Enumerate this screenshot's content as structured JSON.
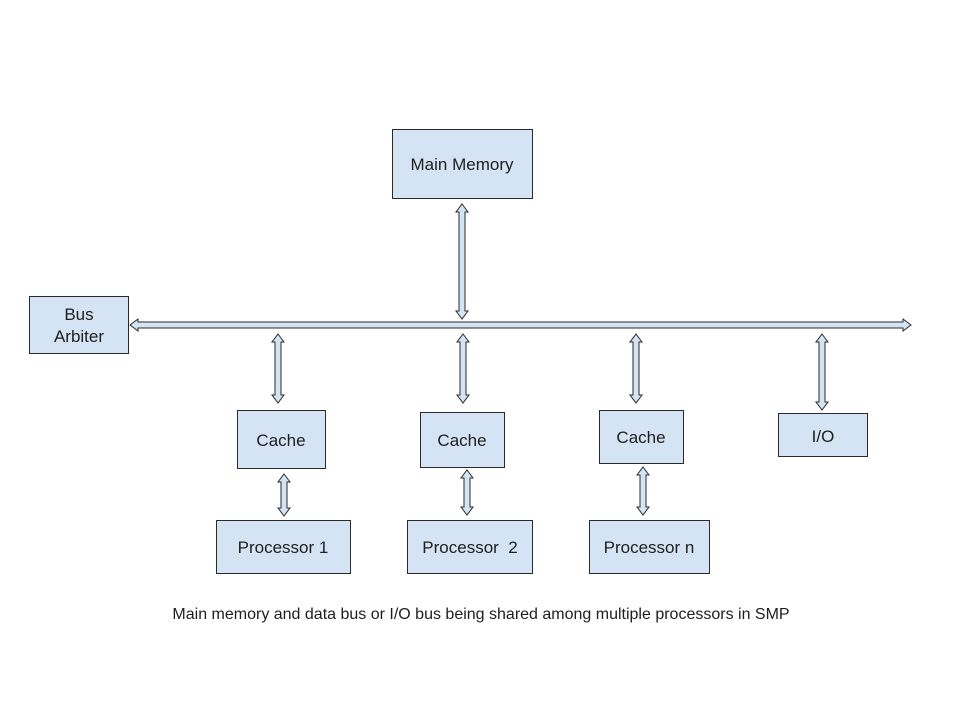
{
  "diagram": {
    "nodes": {
      "main_memory": "Main Memory",
      "bus_arbiter_line1": "Bus",
      "bus_arbiter_line2": "Arbiter",
      "cache_1": "Cache",
      "cache_2": "Cache",
      "cache_n": "Cache",
      "io": "I/O",
      "processor_1": "Processor 1",
      "processor_2": "Processor  2",
      "processor_n": "Processor n"
    },
    "caption": "Main memory and data bus or I/O bus being shared among multiple processors in SMP",
    "colors": {
      "box_fill": "#d4e4f4",
      "stroke": "#2a2a2a"
    }
  }
}
